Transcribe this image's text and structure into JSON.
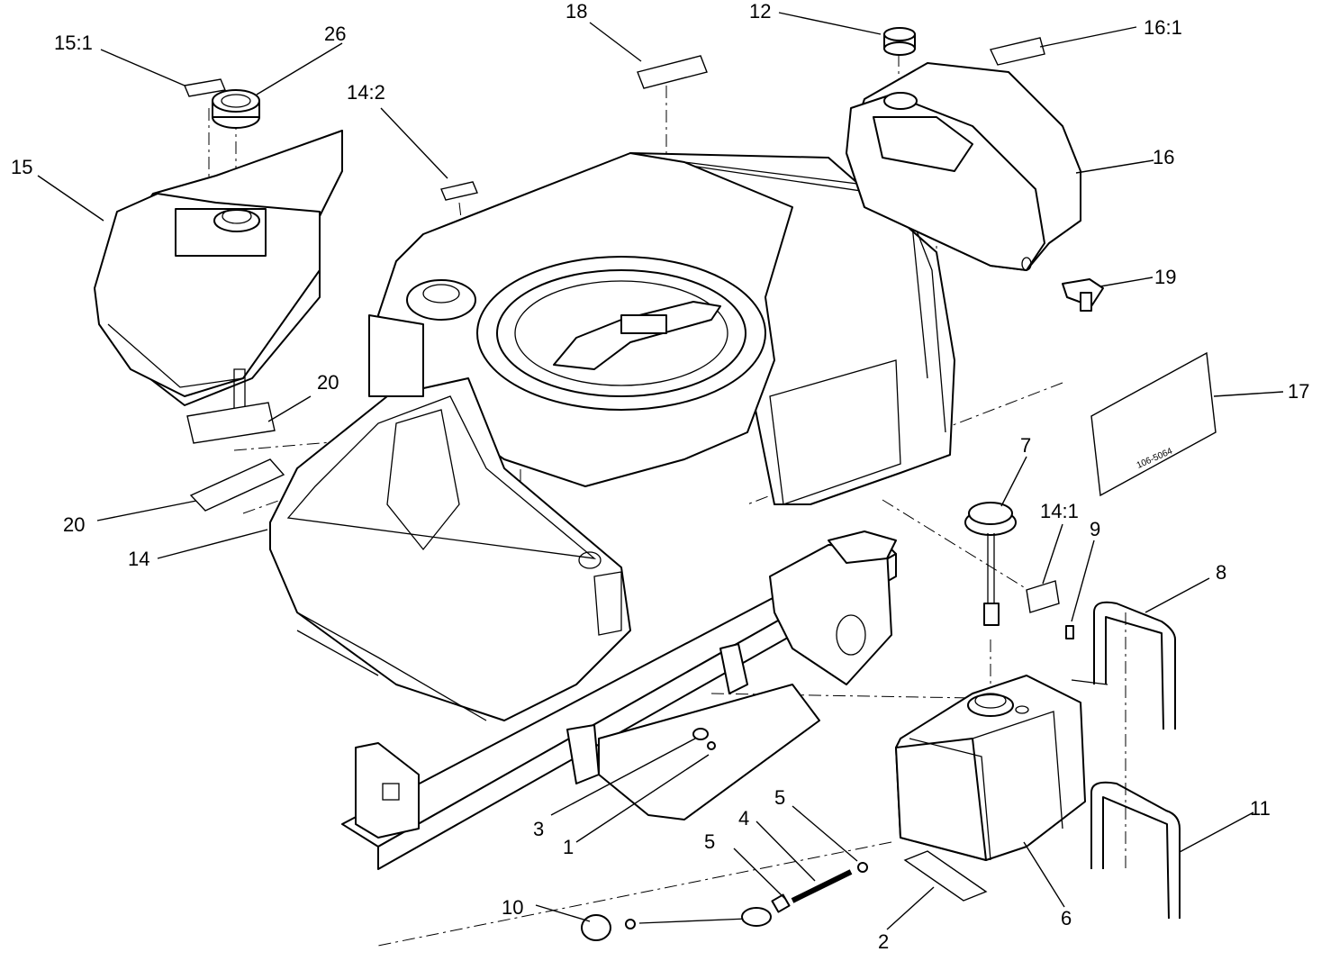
{
  "callouts": [
    {
      "id": "c-15-1",
      "text": "15:1"
    },
    {
      "id": "c-26",
      "text": "26"
    },
    {
      "id": "c-18",
      "text": "18"
    },
    {
      "id": "c-12",
      "text": "12"
    },
    {
      "id": "c-16-1",
      "text": "16:1"
    },
    {
      "id": "c-15",
      "text": "15"
    },
    {
      "id": "c-14-2",
      "text": "14:2"
    },
    {
      "id": "c-16",
      "text": "16"
    },
    {
      "id": "c-19",
      "text": "19"
    },
    {
      "id": "c-20a",
      "text": "20"
    },
    {
      "id": "c-17",
      "text": "17"
    },
    {
      "id": "c-7",
      "text": "7"
    },
    {
      "id": "c-20b",
      "text": "20"
    },
    {
      "id": "c-14-1",
      "text": "14:1"
    },
    {
      "id": "c-9",
      "text": "9"
    },
    {
      "id": "c-14",
      "text": "14"
    },
    {
      "id": "c-8",
      "text": "8"
    },
    {
      "id": "c-3",
      "text": "3"
    },
    {
      "id": "c-1",
      "text": "1"
    },
    {
      "id": "c-5a",
      "text": "5"
    },
    {
      "id": "c-4",
      "text": "4"
    },
    {
      "id": "c-5b",
      "text": "5"
    },
    {
      "id": "c-11",
      "text": "11"
    },
    {
      "id": "c-10",
      "text": "10"
    },
    {
      "id": "c-2",
      "text": "2"
    },
    {
      "id": "c-6",
      "text": "6"
    }
  ],
  "decal_17_text": "106-5064"
}
